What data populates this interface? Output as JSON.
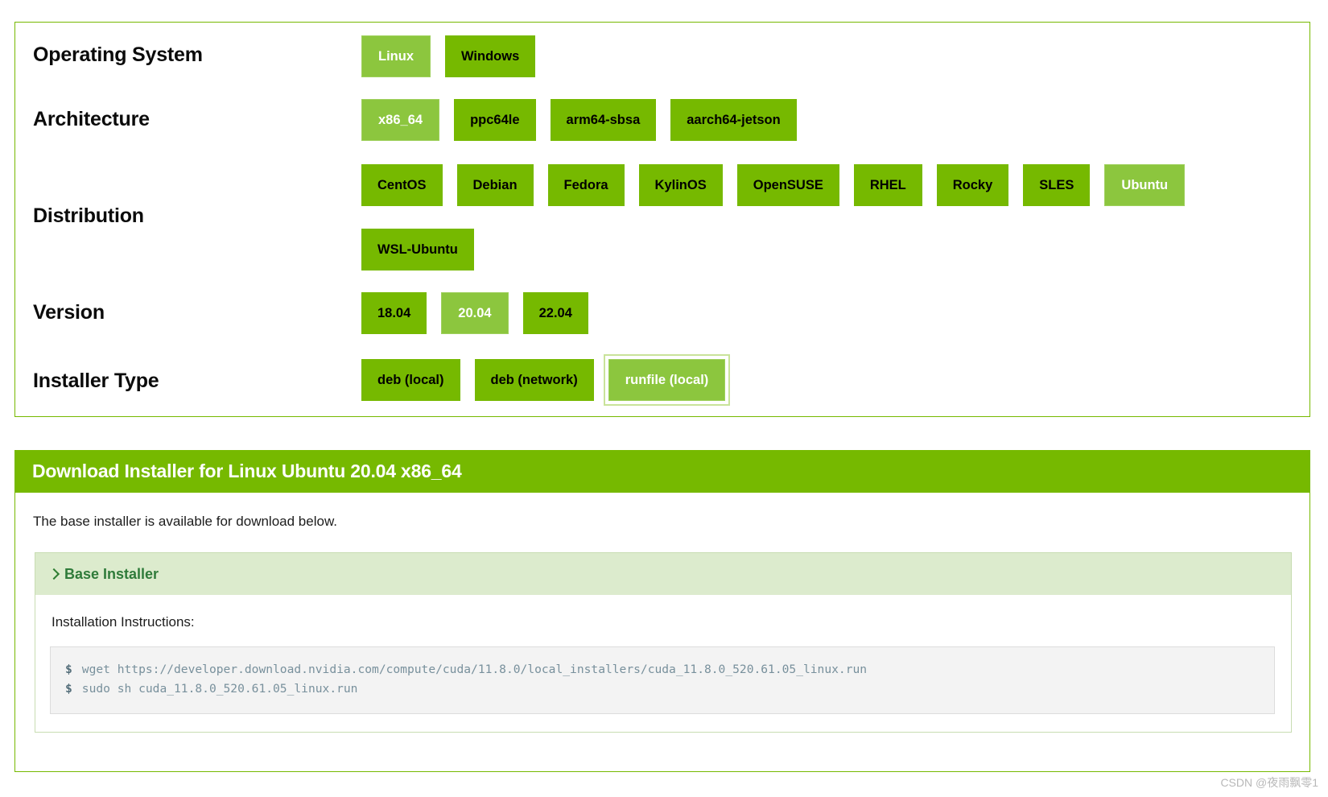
{
  "selector": {
    "rows": [
      {
        "label": "Operating System",
        "name": "operating-system",
        "options": [
          {
            "label": "Linux",
            "selected": true,
            "focused": false
          },
          {
            "label": "Windows",
            "selected": false,
            "focused": false
          }
        ]
      },
      {
        "label": "Architecture",
        "name": "architecture",
        "options": [
          {
            "label": "x86_64",
            "selected": true,
            "focused": false
          },
          {
            "label": "ppc64le",
            "selected": false,
            "focused": false
          },
          {
            "label": "arm64-sbsa",
            "selected": false,
            "focused": false
          },
          {
            "label": "aarch64-jetson",
            "selected": false,
            "focused": false
          }
        ]
      },
      {
        "label": "Distribution",
        "name": "distribution",
        "options": [
          {
            "label": "CentOS",
            "selected": false,
            "focused": false
          },
          {
            "label": "Debian",
            "selected": false,
            "focused": false
          },
          {
            "label": "Fedora",
            "selected": false,
            "focused": false
          },
          {
            "label": "KylinOS",
            "selected": false,
            "focused": false
          },
          {
            "label": "OpenSUSE",
            "selected": false,
            "focused": false
          },
          {
            "label": "RHEL",
            "selected": false,
            "focused": false
          },
          {
            "label": "Rocky",
            "selected": false,
            "focused": false
          },
          {
            "label": "SLES",
            "selected": false,
            "focused": false
          },
          {
            "label": "Ubuntu",
            "selected": true,
            "focused": false
          },
          {
            "label": "WSL-Ubuntu",
            "selected": false,
            "focused": false
          }
        ]
      },
      {
        "label": "Version",
        "name": "version",
        "options": [
          {
            "label": "18.04",
            "selected": false,
            "focused": false
          },
          {
            "label": "20.04",
            "selected": true,
            "focused": false
          },
          {
            "label": "22.04",
            "selected": false,
            "focused": false
          }
        ]
      },
      {
        "label": "Installer Type",
        "name": "installer-type",
        "options": [
          {
            "label": "deb (local)",
            "selected": false,
            "focused": false
          },
          {
            "label": "deb (network)",
            "selected": false,
            "focused": false
          },
          {
            "label": "runfile (local)",
            "selected": true,
            "focused": true
          }
        ]
      }
    ]
  },
  "download": {
    "header": "Download Installer for Linux Ubuntu 20.04 x86_64",
    "subtitle": "The base installer is available for download below.",
    "installer": {
      "chevron": "chevron-right-icon",
      "title": "Base Installer",
      "instructions_label": "Installation Instructions:",
      "commands": [
        {
          "prompt": "$",
          "text": "wget https://developer.download.nvidia.com/compute/cuda/11.8.0/local_installers/cuda_11.8.0_520.61.05_linux.run"
        },
        {
          "prompt": "$",
          "text": "sudo sh cuda_11.8.0_520.61.05_linux.run"
        }
      ]
    }
  },
  "watermark": "CSDN @夜雨飘零1",
  "colors": {
    "brand_green": "#76b900",
    "selected_green": "#8cc63e",
    "accordion_bg": "#dcebcd",
    "accordion_text": "#2f7b3a",
    "code_text": "#78909c"
  }
}
